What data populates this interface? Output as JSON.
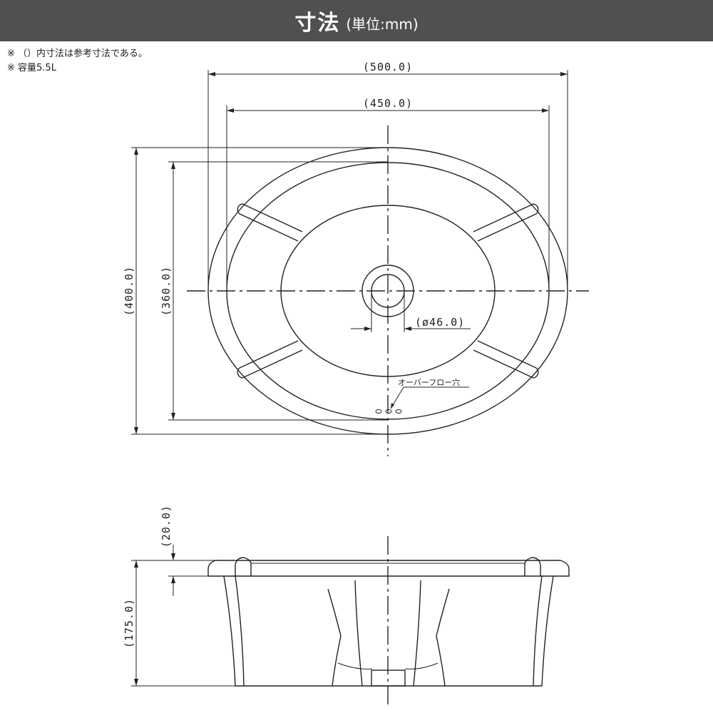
{
  "header": {
    "title": "寸法",
    "unit": "(単位:mm)"
  },
  "notes": [
    "※ （）内寸法は参考寸法である。",
    "※ 容量5.5L"
  ],
  "dimensions": {
    "outer_width": "(500.0)",
    "inner_width": "(450.0)",
    "outer_depth": "(400.0)",
    "inner_depth": "(360.0)",
    "drain_diameter": "(ø46.0)",
    "rim_height": "(20.0)",
    "body_height": "(175.0)"
  },
  "labels": {
    "overflow": "オーバーフロー穴"
  },
  "colors": {
    "header_bg": "#505050",
    "header_text": "#ffffff",
    "line": "#222222"
  }
}
